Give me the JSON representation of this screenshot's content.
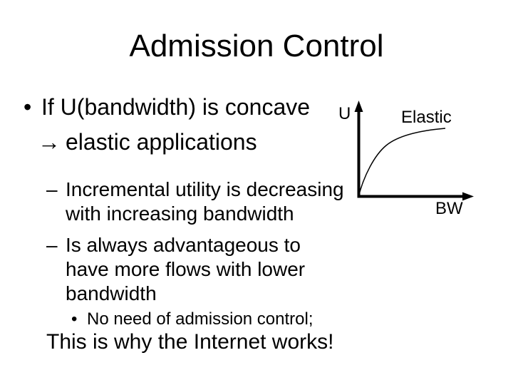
{
  "slide": {
    "title": "Admission Control",
    "colors": {
      "background": "#ffffff",
      "text": "#000000"
    },
    "bullets": {
      "main": {
        "marker": "•",
        "text": "If U(bandwidth) is concave"
      },
      "arrow_line": {
        "marker": "→",
        "text": "elastic applications"
      },
      "sub1": {
        "marker": "–",
        "lines": [
          "Incremental utility is decreasing",
          "with increasing bandwidth"
        ]
      },
      "sub2": {
        "marker": "–",
        "lines": [
          "Is always advantageous to",
          "have more flows with lower",
          "bandwidth"
        ]
      },
      "note": {
        "marker": "•",
        "text": "No need of admission control;"
      },
      "conclusion": "This is why the Internet works!"
    },
    "chart": {
      "y_axis_label": "U",
      "x_axis_label": "BW",
      "curve_label": "Elastic"
    }
  },
  "chart_data": {
    "type": "line",
    "title": "",
    "xlabel": "BW",
    "ylabel": "U",
    "legend": "none",
    "grid": false,
    "axes": "unscaled qualitative sketch with arrowheads",
    "series": [
      {
        "name": "Elastic",
        "x": [
          0,
          0.09,
          0.17,
          0.26,
          0.31,
          0.46,
          0.63,
          0.79,
          1.0
        ],
        "y": [
          0,
          0.23,
          0.43,
          0.62,
          0.74,
          0.86,
          0.93,
          0.98,
          1.0
        ]
      }
    ]
  }
}
